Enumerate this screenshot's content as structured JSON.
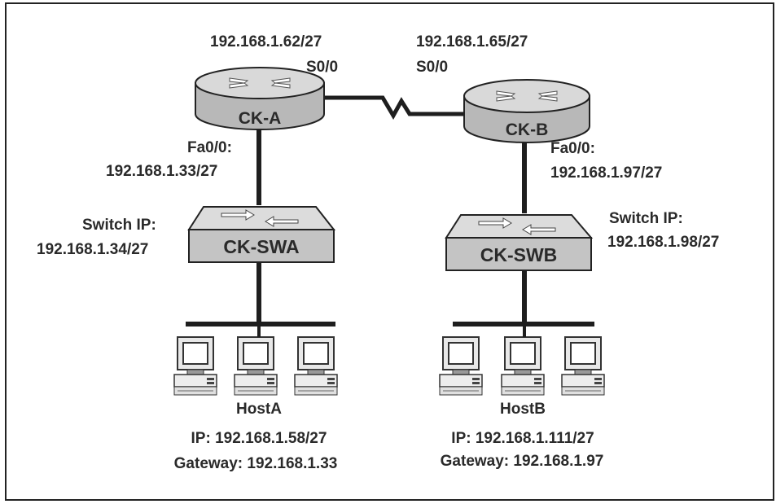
{
  "routers": {
    "a": {
      "name": "CK-A",
      "serial_ip": "192.168.1.62/27",
      "serial_if": "S0/0",
      "fa_if": "Fa0/0:",
      "fa_ip": "192.168.1.33/27"
    },
    "b": {
      "name": "CK-B",
      "serial_ip": "192.168.1.65/27",
      "serial_if": "S0/0",
      "fa_if": "Fa0/0:",
      "fa_ip": "192.168.1.97/27"
    }
  },
  "switches": {
    "a": {
      "name": "CK-SWA",
      "ip_label": "Switch IP:",
      "ip": "192.168.1.34/27"
    },
    "b": {
      "name": "CK-SWB",
      "ip_label": "Switch IP:",
      "ip": "192.168.1.98/27"
    }
  },
  "hosts": {
    "a": {
      "name": "HostA",
      "ip": "IP: 192.168.1.58/27",
      "gateway": "Gateway: 192.168.1.33"
    },
    "b": {
      "name": "HostB",
      "ip": "IP: 192.168.1.111/27",
      "gateway": "Gateway: 192.168.1.97"
    }
  },
  "colors": {
    "router_body": "#b8b8b8",
    "router_top": "#d9d9d9",
    "switch_face": "#c4c4c4",
    "line": "#1e1e1e"
  },
  "icons": {
    "router": "router-icon",
    "switch": "switch-icon",
    "pc": "pc-icon"
  }
}
